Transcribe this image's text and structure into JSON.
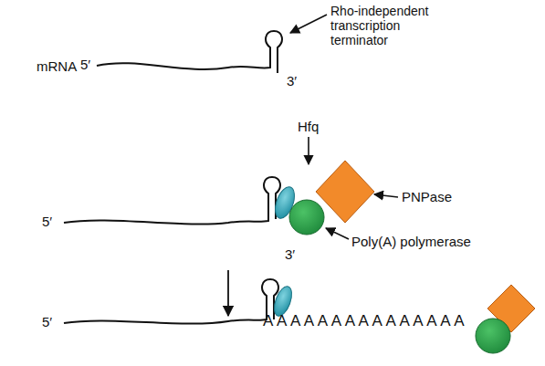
{
  "diagram": {
    "labels": [
      "mRNA",
      "5′",
      "Rho-independent transcription terminator",
      "3′",
      "Hfq",
      "PNPase",
      "5′",
      "Poly(A) polymerase",
      "3′",
      "5′",
      "AAAAAAAAAAAAAAA"
    ]
  }
}
